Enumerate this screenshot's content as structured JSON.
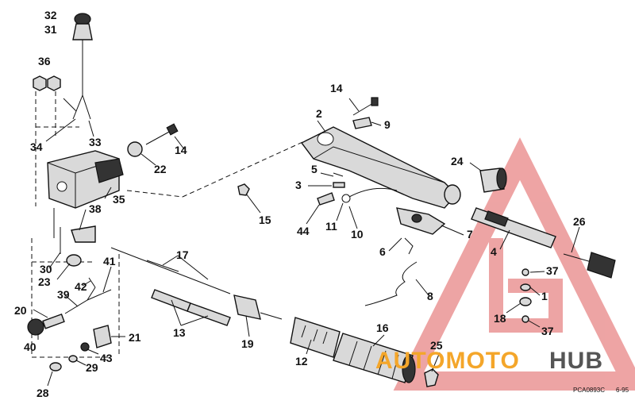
{
  "labels": [
    "1",
    "2",
    "4",
    "5",
    "6",
    "7",
    "8",
    "9",
    "10",
    "11",
    "12",
    "13",
    "14",
    "14",
    "15",
    "16",
    "17",
    "18",
    "19",
    "20",
    "21",
    "22",
    "23",
    "24",
    "25",
    "26",
    "28",
    "29",
    "30",
    "31",
    "32",
    "33",
    "34",
    "35",
    "36",
    "37",
    "37",
    "38",
    "39",
    "3",
    "40",
    "41",
    "42",
    "43",
    "44"
  ],
  "catalog_code": "PCA0893C",
  "date_code": "6-95",
  "watermark": {
    "word_a": "AUTOMOTO",
    "word_b": "HUB"
  },
  "colors": {
    "watermark_triangle": "#e05a5a",
    "brand_orange": "#f4a62a",
    "brand_gray": "#555555"
  }
}
